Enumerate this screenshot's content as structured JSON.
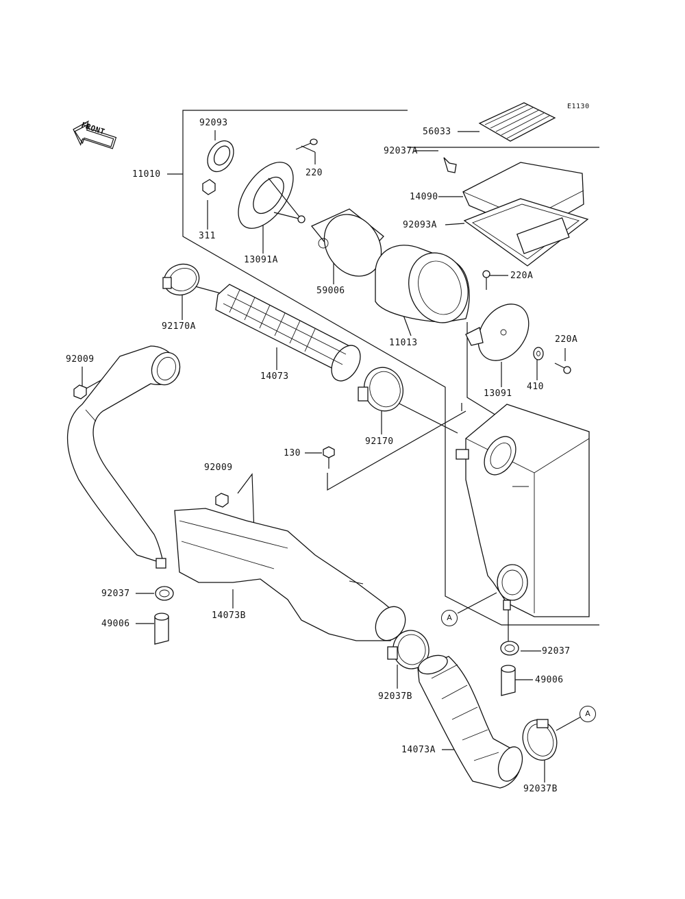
{
  "diagram": {
    "ref_code": "E1130",
    "front_label": "FRONT",
    "circle_ref": "A",
    "parts": {
      "p56033": "56033",
      "p92093": "92093",
      "p220": "220",
      "p11010": "11010",
      "p311": "311",
      "p13091A": "13091A",
      "p59006": "59006",
      "p92037A": "92037A",
      "p14090": "14090",
      "p92093A": "92093A",
      "p220A_top": "220A",
      "p220A_side": "220A",
      "p92170A": "92170A",
      "p14073": "14073",
      "p11013": "11013",
      "p13091": "13091",
      "p410": "410",
      "p92009_left": "92009",
      "p92170": "92170",
      "p130": "130",
      "p92009_mid": "92009",
      "p92037_left": "92037",
      "p14073B": "14073B",
      "p49006_left": "49006",
      "p92037_right": "92037",
      "p49006_right": "49006",
      "p92037B_mid": "92037B",
      "p14073A": "14073A",
      "p92037B_right": "92037B"
    }
  }
}
